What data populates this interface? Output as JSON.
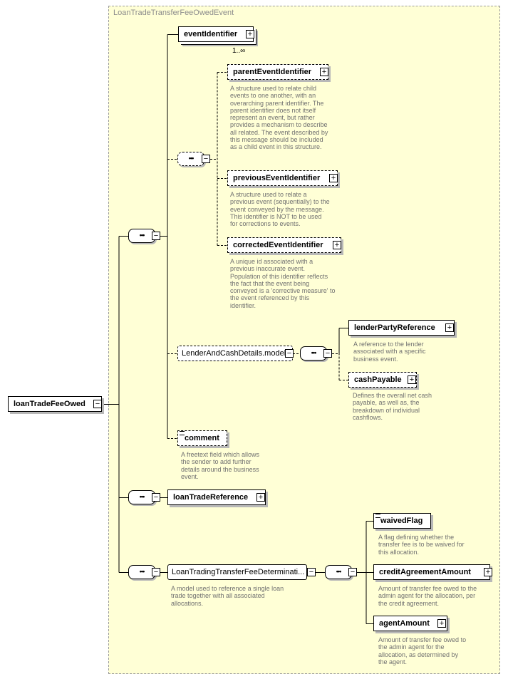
{
  "frame_title": "LoanTradeTransferFeeOwedEvent",
  "root": {
    "label": "loanTradeFeeOwed",
    "toggle": "−"
  },
  "sequence_glyph": "•••",
  "nodes": {
    "eventIdentifier": {
      "label": "eventIdentifier",
      "toggle": "+",
      "card": "1..∞"
    },
    "parentEventIdentifier": {
      "label": "parentEventIdentifier",
      "toggle": "+",
      "doc": "A structure used to relate child events to one another, with an overarching parent identifier. The parent identifier does not itself represent an event, but rather provides a mechanism to describe all related. The event described by this message should be included as a child event in this structure."
    },
    "previousEventIdentifier": {
      "label": "previousEventIdentifier",
      "toggle": "+",
      "doc": "A structure used to relate a previous event (sequentially) to the event conveyed by the message. This identifier is NOT to be used for corrections to events."
    },
    "correctedEventIdentifier": {
      "label": "correctedEventIdentifier",
      "toggle": "+",
      "doc": "A unique id associated with a previous inaccurate event. Population of this identifier reflects the fact that the event being conveyed is a 'corrective measure' to the event referenced by this identifier."
    },
    "lenderAndCashDetails": {
      "label": "LenderAndCashDetails.model",
      "toggle": "−"
    },
    "lenderPartyReference": {
      "label": "lenderPartyReference",
      "toggle": "+",
      "doc": "A reference to the lender associated with a specific business event."
    },
    "cashPayable": {
      "label": "cashPayable",
      "toggle": "+",
      "doc": "Defines the overall net cash payable, as well as, the breakdown of individual cashflows."
    },
    "comment": {
      "label": "comment",
      "doc": "A freetext field which allows the sender to add further details around the business event."
    },
    "loanTradeReference": {
      "label": "loanTradeReference",
      "toggle": "+"
    },
    "loanTradingTransferFeeDetermination": {
      "label": "LoanTradingTransferFeeDeterminati...",
      "toggle": "−",
      "doc": "A model used to reference a single loan trade together with all associated allocations."
    },
    "waivedFlag": {
      "label": "waivedFlag",
      "doc": "A flag defining whether the transfer fee is to be waived for this allocation."
    },
    "creditAgreementAmount": {
      "label": "creditAgreementAmount",
      "toggle": "+",
      "doc": "Amount of transfer fee owed to the admin agent for the allocation, per the credit agreement."
    },
    "agentAmount": {
      "label": "agentAmount",
      "toggle": "+",
      "doc": "Amount of transfer fee owed to the admin agent for the allocation, as determined by the agent."
    }
  },
  "seq_toggle": "−"
}
